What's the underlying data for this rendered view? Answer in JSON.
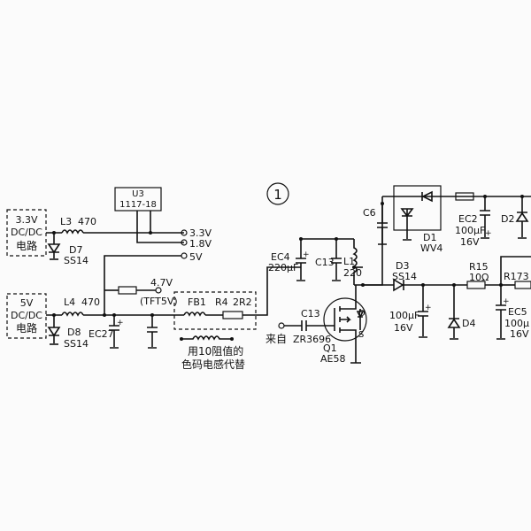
{
  "circle_number": "1",
  "blocks": {
    "dc33": [
      "3.3V",
      "DC/DC",
      "电路"
    ],
    "dc5": [
      "5V",
      "DC/DC",
      "电路"
    ]
  },
  "u3": {
    "ref": "U3",
    "part": "1117-18"
  },
  "outputs": [
    "3.3V",
    "1.8V",
    "5V"
  ],
  "labels": {
    "l3": "L3",
    "l3_val": "470",
    "d7": "D7",
    "d7_val": "SS14",
    "l4": "L4",
    "l4_val": "470",
    "d8": "D8",
    "d8_val": "SS14",
    "ec27": "EC27",
    "r47": "4.7V",
    "tft5v": "(TFT5V)",
    "fb1": "FB1",
    "r4": "R4",
    "r4_val": "2R2",
    "note1": "用10阻值的",
    "note2": "色码电感代替",
    "ec4": "EC4",
    "ec4_val": "220μF",
    "c13a": "C13",
    "l1": "L1",
    "l1_val": "220",
    "c13b": "C13",
    "laizi": "来自",
    "zr": "ZR3696",
    "q1": "Q1",
    "q1_val": "AE58",
    "pin_d": "D",
    "pin_s": "S",
    "c6": "C6",
    "d1": "D1",
    "d1_val": "WV4",
    "ec2": "EC2",
    "ec2_val": "100μF",
    "ec2_v": "16V",
    "d2": "D2",
    "d3": "D3",
    "d3_val": "SS14",
    "r15": "R15",
    "r15_val": "10Ω",
    "r173": "R173",
    "cap100": "100μF",
    "cap16": "16V",
    "d4": "D4",
    "ec5": "EC5",
    "ec5_val": "100μ",
    "ec5_v": "16V"
  }
}
